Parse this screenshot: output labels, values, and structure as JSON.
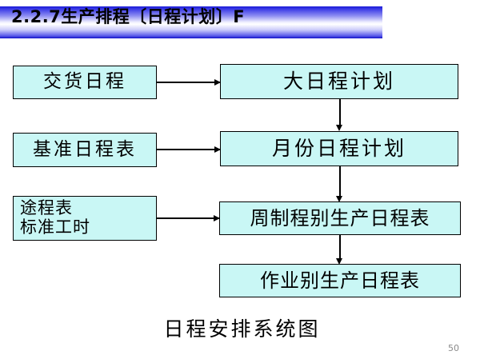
{
  "slide": {
    "title": "2.2.7生产排程〔日程计划〕F",
    "caption": "日程安排系统图",
    "page_number": "50",
    "colors": {
      "box_fill": "#c9f7f5",
      "box_border": "#000000",
      "banner_blue": "#1a1ad6",
      "banner_white": "#ffffff",
      "page_number_gray": "#8a8a8a"
    }
  },
  "diagram": {
    "type": "flowchart",
    "inputs": [
      {
        "id": "delivery",
        "label": "交货日程",
        "align": "center"
      },
      {
        "id": "baseline",
        "label": "基准日程表",
        "align": "center"
      },
      {
        "id": "routing",
        "label": "途程表\n标准工时",
        "align": "left"
      }
    ],
    "outputs": [
      {
        "id": "master",
        "label": "大日程计划"
      },
      {
        "id": "monthly",
        "label": "月份日程计划"
      },
      {
        "id": "weekly",
        "label": "周制程别生产日程表"
      },
      {
        "id": "operation",
        "label": "作业别生产日程表"
      }
    ],
    "connections": [
      {
        "from": "delivery",
        "to": "master",
        "direction": "right"
      },
      {
        "from": "baseline",
        "to": "monthly",
        "direction": "right"
      },
      {
        "from": "routing",
        "to": "weekly",
        "direction": "right"
      },
      {
        "from": "master",
        "to": "monthly",
        "direction": "down"
      },
      {
        "from": "monthly",
        "to": "weekly",
        "direction": "down"
      },
      {
        "from": "weekly",
        "to": "operation",
        "direction": "down"
      }
    ]
  }
}
